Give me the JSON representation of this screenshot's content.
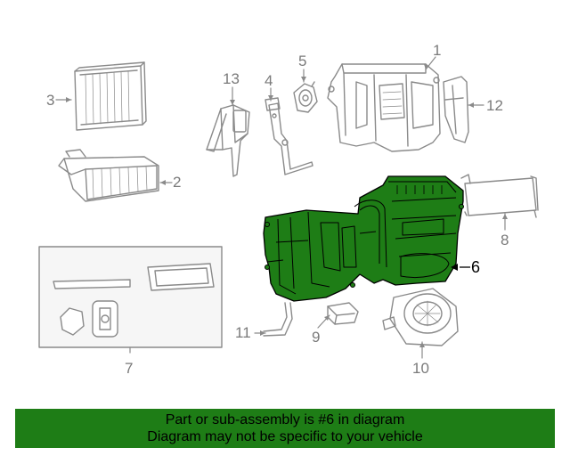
{
  "diagram": {
    "callouts": [
      {
        "id": "1",
        "label": "1"
      },
      {
        "id": "2",
        "label": "2"
      },
      {
        "id": "3",
        "label": "3"
      },
      {
        "id": "4",
        "label": "4"
      },
      {
        "id": "5",
        "label": "5"
      },
      {
        "id": "6",
        "label": "6",
        "highlighted": true
      },
      {
        "id": "7",
        "label": "7"
      },
      {
        "id": "8",
        "label": "8"
      },
      {
        "id": "9",
        "label": "9"
      },
      {
        "id": "10",
        "label": "10"
      },
      {
        "id": "11",
        "label": "11"
      },
      {
        "id": "12",
        "label": "12"
      },
      {
        "id": "13",
        "label": "13"
      }
    ],
    "highlight_color": "#1e7d16"
  },
  "banner": {
    "line1": "Part or sub-assembly is #6 in diagram",
    "line2": "Diagram may not be specific to your vehicle",
    "background": "#1e7d16"
  }
}
